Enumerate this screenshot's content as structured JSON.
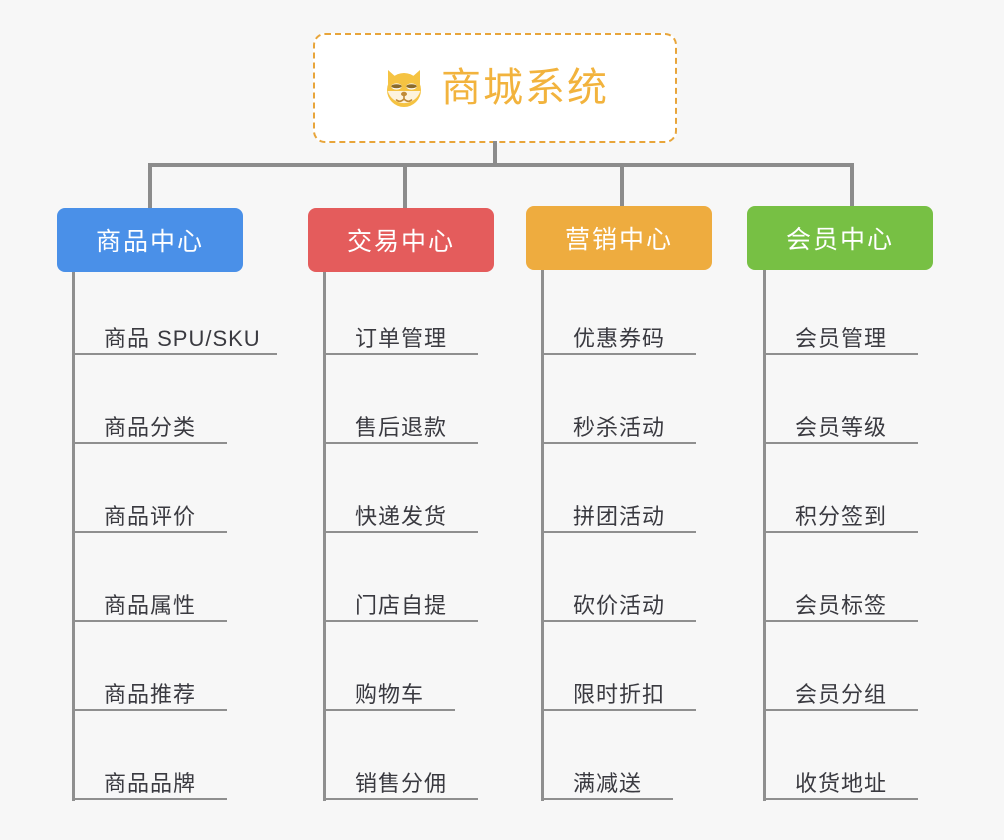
{
  "diagram": {
    "type": "org-tree",
    "title": "商城系统",
    "background_color": "#f7f7f7",
    "line_color": "#8c8c8c",
    "root": {
      "label": "商城系统",
      "icon": "shiba-dog-face-emoji",
      "text_color": "#f2b33d",
      "border_color": "#e8a53a",
      "background": "#ffffff",
      "border_style": "dashed"
    },
    "columns": [
      {
        "id": "product-center",
        "header": "商品中心",
        "color": "#4a90e8",
        "items": [
          "商品 SPU/SKU",
          "商品分类",
          "商品评价",
          "商品属性",
          "商品推荐",
          "商品品牌"
        ]
      },
      {
        "id": "trade-center",
        "header": "交易中心",
        "color": "#e45c5c",
        "items": [
          "订单管理",
          "售后退款",
          "快递发货",
          "门店自提",
          "购物车",
          "销售分佣"
        ]
      },
      {
        "id": "marketing-center",
        "header": "营销中心",
        "color": "#eeac3f",
        "items": [
          "优惠券码",
          "秒杀活动",
          "拼团活动",
          "砍价活动",
          "限时折扣",
          "满减送"
        ]
      },
      {
        "id": "member-center",
        "header": "会员中心",
        "color": "#77c044",
        "items": [
          "会员管理",
          "会员等级",
          "积分签到",
          "会员标签",
          "会员分组",
          "收货地址"
        ]
      }
    ]
  }
}
